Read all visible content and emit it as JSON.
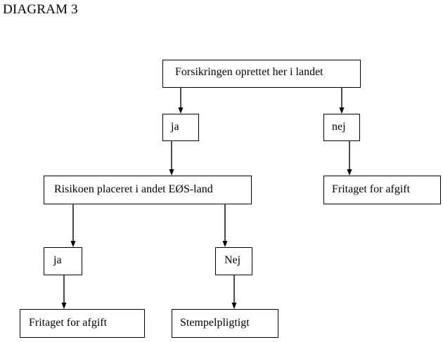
{
  "title": "DIAGRAM 3",
  "nodes": {
    "forsikring": "Forsikringen oprettet her i landet",
    "ja1": "ja",
    "nej1": "nej",
    "risiko": "Risikoen placeret i andet EØS-land",
    "fritaget1": "Fritaget for afgift",
    "ja2": "ja",
    "nej2": "Nej",
    "fritaget2": "Fritaget for afgift",
    "stempel": "Stempelpligtigt"
  },
  "edges": [
    {
      "from": "forsikring",
      "to": "ja1"
    },
    {
      "from": "forsikring",
      "to": "nej1"
    },
    {
      "from": "ja1",
      "to": "risiko"
    },
    {
      "from": "nej1",
      "to": "fritaget1"
    },
    {
      "from": "risiko",
      "to": "ja2"
    },
    {
      "from": "risiko",
      "to": "nej2"
    },
    {
      "from": "ja2",
      "to": "fritaget2"
    },
    {
      "from": "nej2",
      "to": "stempel"
    }
  ]
}
